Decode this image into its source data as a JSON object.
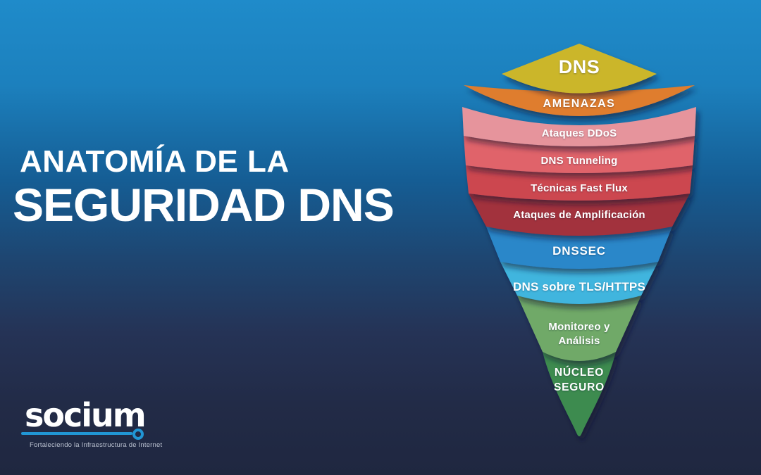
{
  "background": {
    "gradient_top": "#1f8bca",
    "gradient_bottom": "#1f2740"
  },
  "title": {
    "line1": "ANATOMÍA DE LA",
    "line2": "SEGURIDAD DNS"
  },
  "funnel": {
    "layers": [
      {
        "label": "DNS",
        "color": "#cbb62b"
      },
      {
        "label": "AMENAZAS",
        "color": "#df7d2d"
      },
      {
        "label": "Ataques DDoS",
        "color": "#e6949c"
      },
      {
        "label": "DNS Tunneling",
        "color": "#e0636b"
      },
      {
        "label": "Técnicas Fast Flux",
        "color": "#cc4750"
      },
      {
        "label": "Ataques de Amplificación",
        "color": "#a2333e"
      },
      {
        "label": "DNSSEC",
        "color": "#2c87c9"
      },
      {
        "label": "DNS sobre TLS/HTTPS",
        "color": "#3fb5de"
      },
      {
        "label": "Monitoreo y Análisis",
        "line1": "Monitoreo y",
        "line2": "Análisis",
        "color": "#6fa968"
      },
      {
        "label": "NÚCLEO SEGURO",
        "line1": "NÚCLEO",
        "line2": "SEGURO",
        "color": "#3e8b4f"
      }
    ]
  },
  "logo": {
    "wordmark": "socium",
    "tagline": "Fortaleciendo la Infraestructura de Internet",
    "accent_color": "#2196d4"
  }
}
